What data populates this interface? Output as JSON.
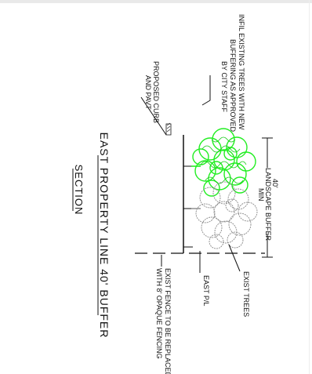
{
  "drawing": {
    "title": "EAST PROPERTY LINE 40' BUFFER",
    "subtitle": "SECTION",
    "notes": {
      "infill": [
        "INFIL EXISTING TREES WITH NEW",
        "BUFFERING AS APPROVED",
        "BY CITY STAFF"
      ],
      "curb": [
        "PROPOSED CURB",
        "AND PAVT"
      ],
      "buffer": [
        "40'",
        "LANDSCAPE BUFFER",
        "MIN"
      ],
      "trees": "EXIST TREES",
      "east": "EAST P/L",
      "fence": [
        "EXIST FENCE TO BE REPLACED",
        "WITH 8' OPAQUE FENCING"
      ]
    },
    "colors": {
      "new_trees": "#22ee22",
      "existing_trees": "#8a8a8a",
      "linework": "#111111"
    }
  }
}
